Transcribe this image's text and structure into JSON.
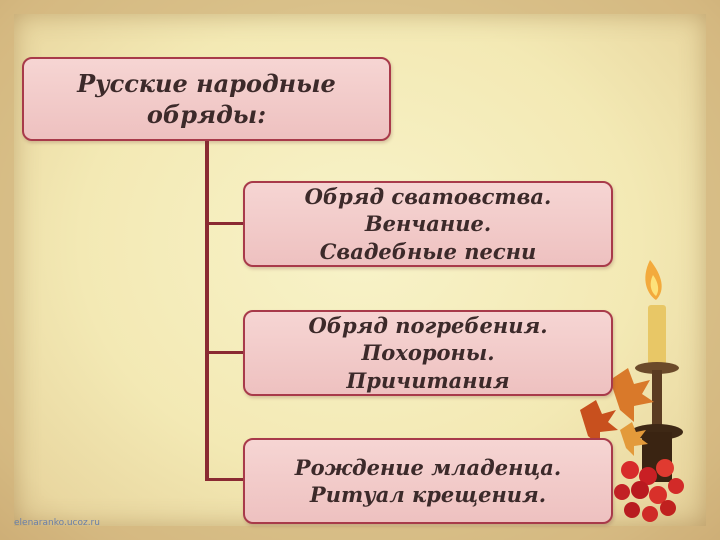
{
  "diagram": {
    "root": {
      "label": "Русские народные обряды:"
    },
    "children": [
      {
        "line1": "Обряд сватовства. Венчание.",
        "line2": "Свадебные песни"
      },
      {
        "line1": "Обряд погребения. Похороны.",
        "line2": "Причитания"
      },
      {
        "line1": "Рождение младенца.",
        "line2": "Ритуал крещения."
      }
    ]
  },
  "watermark": "elenaranko.ucoz.ru",
  "colors": {
    "box_fill": "#f2cccb",
    "box_border": "#a83a4a",
    "connector": "#8a2a32",
    "background": "#f6efc2"
  },
  "decoration": {
    "icons": [
      "candle-icon",
      "autumn-leaves-icon",
      "rowan-berries-icon"
    ]
  }
}
